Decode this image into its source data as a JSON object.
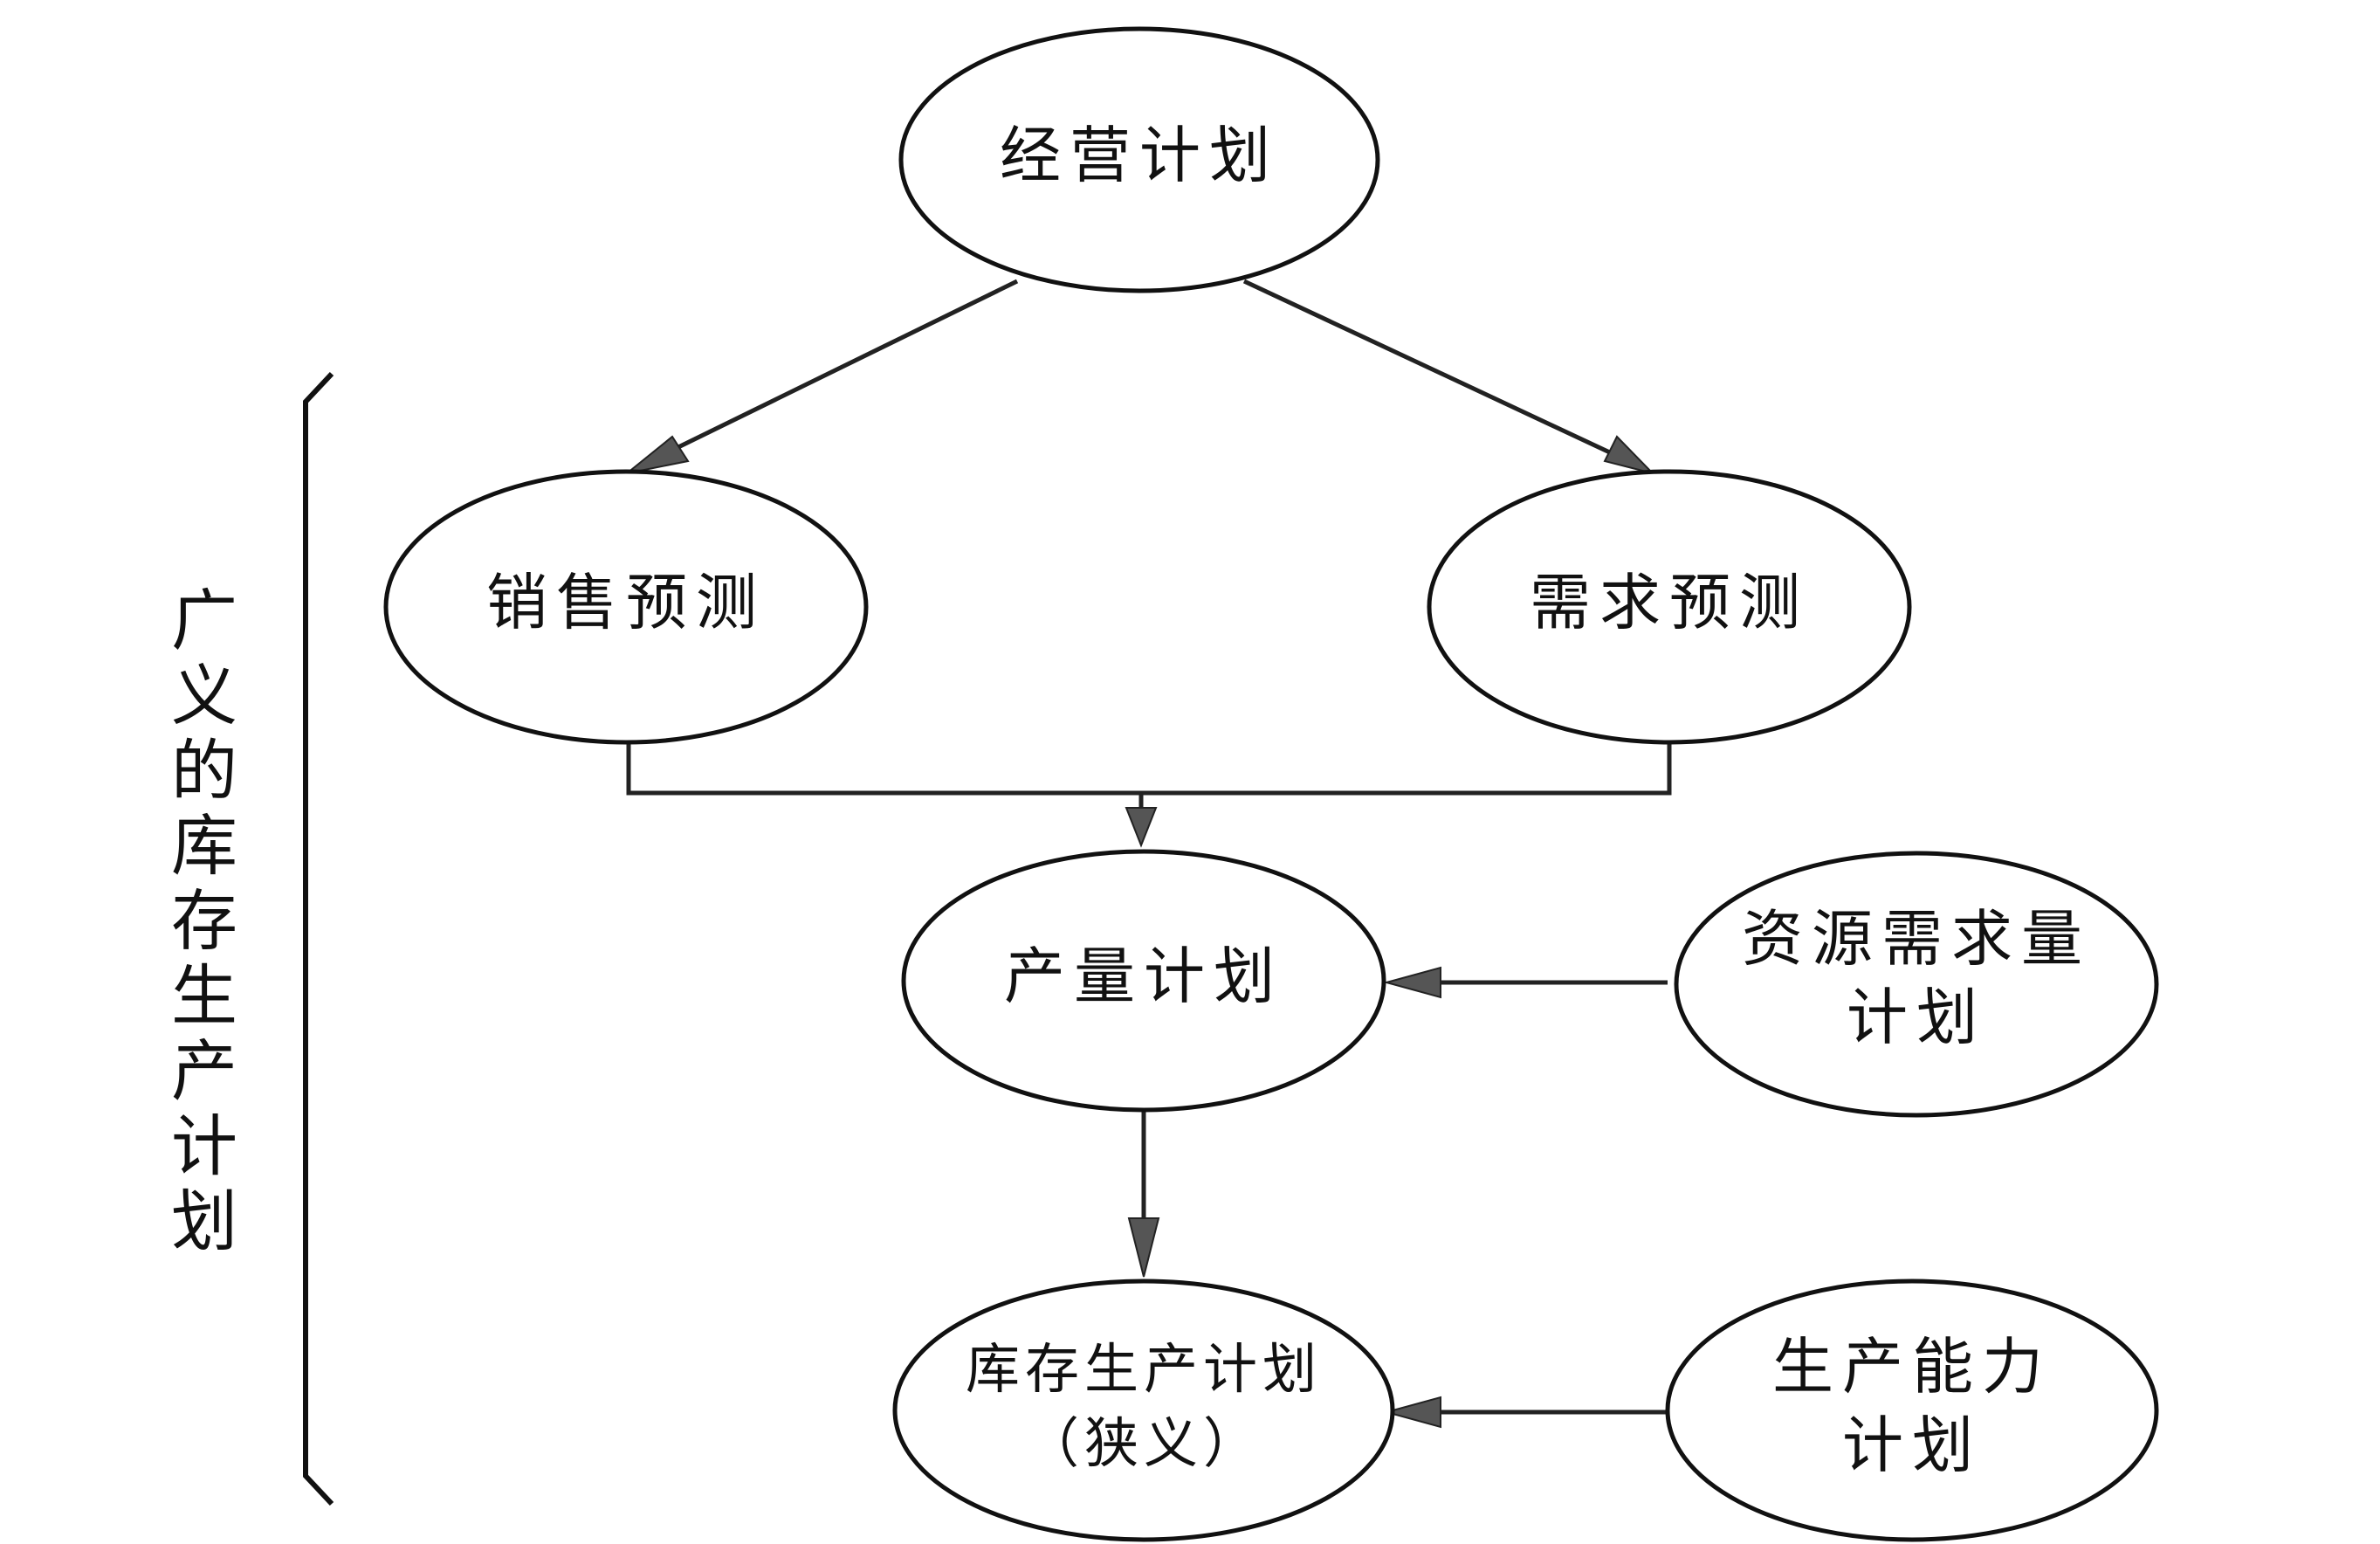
{
  "nodes": {
    "business_plan": "经营计划",
    "sales_forecast": "销售预测",
    "demand_forecast": "需求预测",
    "output_plan": "产量计划",
    "resource_plan": {
      "line1": "资源需求量",
      "line2": "计划"
    },
    "inventory_plan": {
      "line1": "库存生产计划",
      "line2": "（狭义）"
    },
    "capacity_plan": {
      "line1": "生产能力",
      "line2": "计划"
    }
  },
  "side_label": "广义的库存生产计划"
}
